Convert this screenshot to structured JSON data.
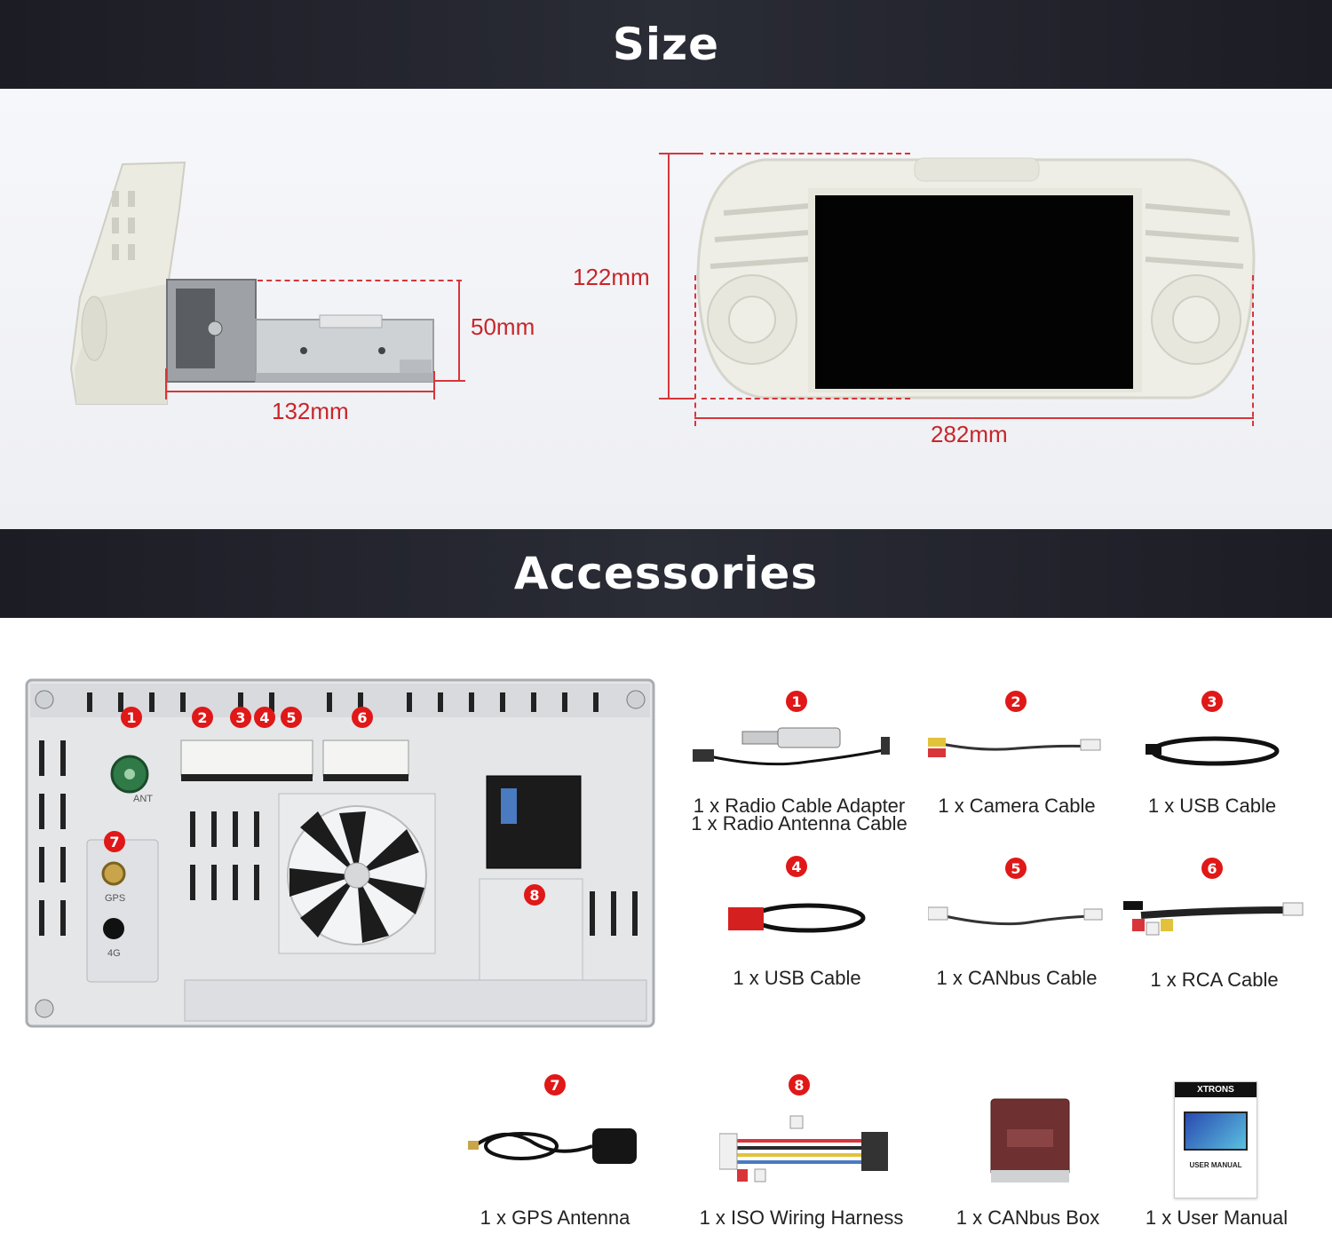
{
  "headings": {
    "size": "Size",
    "accessories": "Accessories"
  },
  "dimensions": {
    "height_side": "50mm",
    "depth": "132mm",
    "height_front": "122mm",
    "width_front": "282mm"
  },
  "colors": {
    "banner": "#22242c",
    "accent_red": "#d8353a",
    "badge_red": "#e01818",
    "panel_cream": "#ecebe2"
  },
  "rear_panel": {
    "port_numbers": [
      "1",
      "2",
      "3",
      "4",
      "5",
      "6",
      "7",
      "8"
    ],
    "port_labels": {
      "ant": "ANT",
      "gps": "GPS",
      "fourg": "4G"
    }
  },
  "accessories": [
    {
      "number": "1",
      "label": "1 x Radio Cable Adapter",
      "label2": "1 x Radio Antenna Cable"
    },
    {
      "number": "2",
      "label": "1 x Camera Cable"
    },
    {
      "number": "3",
      "label": "1 x USB Cable"
    },
    {
      "number": "4",
      "label": "1 x USB Cable"
    },
    {
      "number": "5",
      "label": "1 x CANbus Cable"
    },
    {
      "number": "6",
      "label": "1 x RCA Cable"
    },
    {
      "number": "7",
      "label": "1 x GPS Antenna"
    },
    {
      "number": "8",
      "label": "1 x ISO Wiring Harness"
    },
    {
      "number": "",
      "label": "1 x CANbus Box"
    },
    {
      "number": "",
      "label": "1 x User Manual"
    }
  ],
  "manual": {
    "brand": "XTRONS",
    "title": "USER MANUAL"
  }
}
